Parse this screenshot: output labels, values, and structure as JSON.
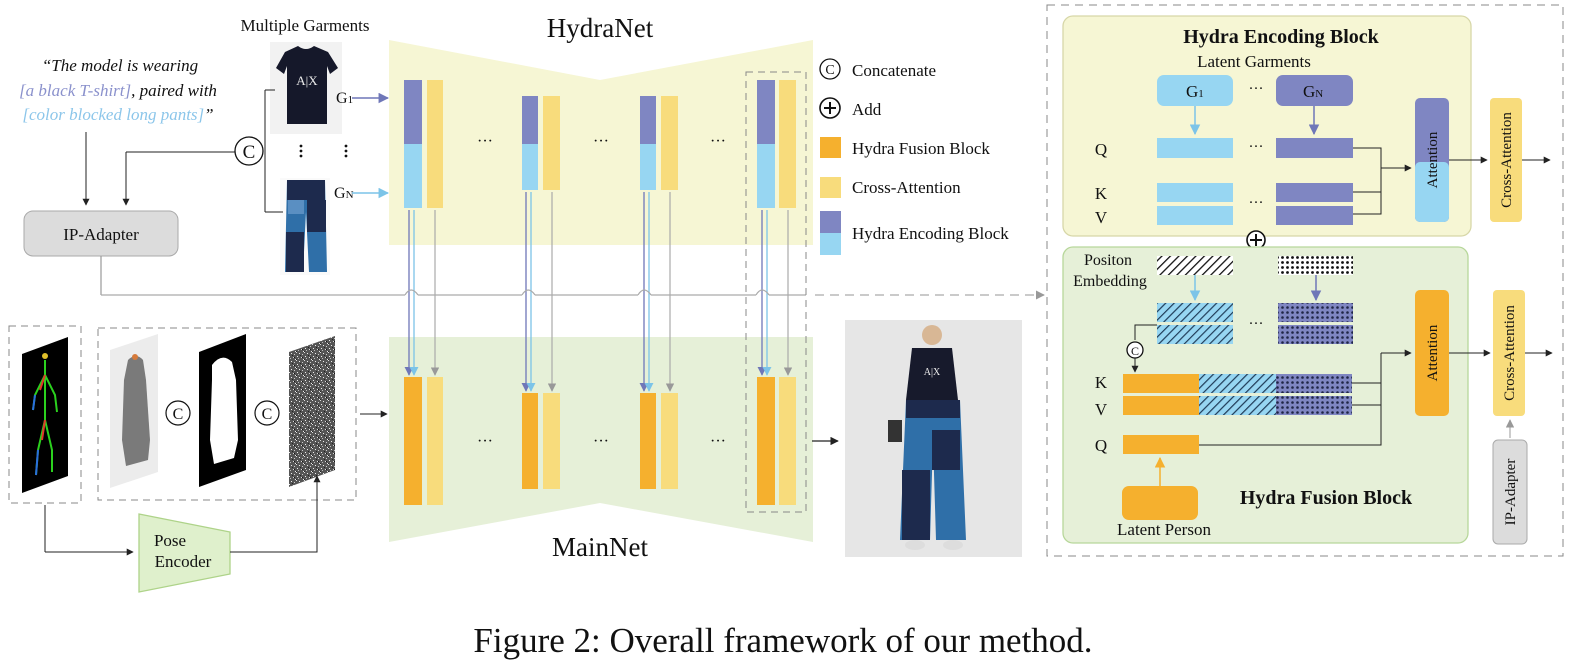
{
  "left": {
    "garments_title": "Multiple Garments",
    "prompt_line1": "“The model is wearing",
    "prompt_line2_a": "[a black T-shirt]",
    "prompt_line2_b": ", paired with",
    "prompt_line3_a": "[color blocked long pants]",
    "prompt_line3_b": "”",
    "g1_label": "G",
    "g1_sub": "1",
    "gn_label": "G",
    "gn_sub": "N",
    "concat_symbol": "C",
    "ip_adapter": "IP-Adapter",
    "pose_encoder_line1": "Pose",
    "pose_encoder_line2": "Encoder",
    "shirt_logo": "A|X"
  },
  "center": {
    "hydranet_title": "HydraNet",
    "mainnet_title": "MainNet",
    "ellipsis": "···"
  },
  "legend": {
    "concatenate": "Concatenate",
    "add": "Add",
    "fusion_block": "Hydra Fusion Block",
    "cross_attention": "Cross-Attention",
    "encoding_block": "Hydra Encoding Block"
  },
  "encoding_block": {
    "title": "Hydra Encoding Block",
    "latent_garments": "Latent Garments",
    "q": "Q",
    "k": "K",
    "v": "V",
    "attention": "Attention",
    "cross_attention": "Cross-Attention"
  },
  "fusion_block": {
    "title": "Hydra Fusion Block",
    "positon_embedding_line1": "Positon",
    "positon_embedding_line2": "Embedding",
    "k": "K",
    "v": "V",
    "q": "Q",
    "latent_person": "Latent Person",
    "attention": "Attention",
    "cross_attention": "Cross-Attention",
    "ip_adapter": "IP-Adapter"
  },
  "caption": "Figure 2: Overall framework of our method.",
  "colors": {
    "purple": "#7f86c2",
    "light_blue": "#97d6f2",
    "orange": "#f5b02e",
    "light_orange": "#f8dc7c",
    "yellow_bg": "#f6f6d4",
    "green_bg": "#e6f0d8",
    "gray_box": "#dcdcdc",
    "prompt_purple": "#8a91cc",
    "prompt_blue": "#8cc6ea"
  }
}
